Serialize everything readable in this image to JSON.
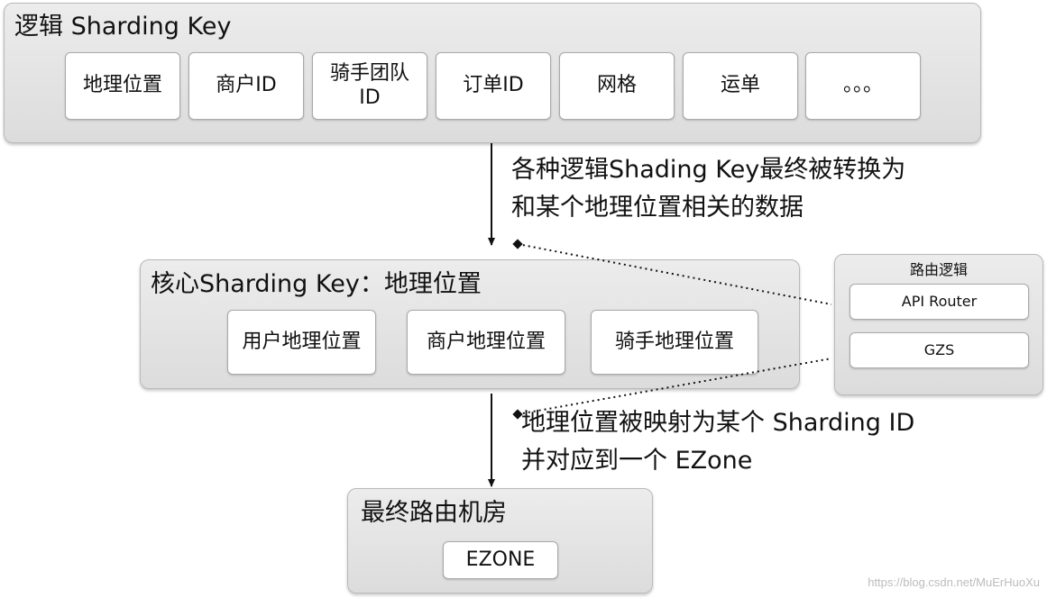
{
  "logic_group": {
    "title": "逻辑 Sharding Key",
    "items": [
      "地理位置",
      "商户ID",
      "骑手团队ID",
      "订单ID",
      "网格",
      "运单",
      "。。。"
    ]
  },
  "annotation_top": {
    "line1": "各种逻辑Shading Key最终被转换为",
    "line2": "和某个地理位置相关的数据"
  },
  "core_group": {
    "title": "核心Sharding Key：地理位置",
    "items": [
      "用户地理位置",
      "商户地理位置",
      "骑手地理位置"
    ]
  },
  "routing_logic": {
    "title": "路由逻辑",
    "items": [
      "API Router",
      "GZS"
    ]
  },
  "annotation_bottom": {
    "line1": "地理位置被映射为某个 Sharding ID",
    "line2": "并对应到一个 EZone"
  },
  "final_group": {
    "title": "最终路由机房",
    "items": [
      "EZONE"
    ]
  },
  "watermark": "https://blog.csdn.net/MuErHuoXu"
}
